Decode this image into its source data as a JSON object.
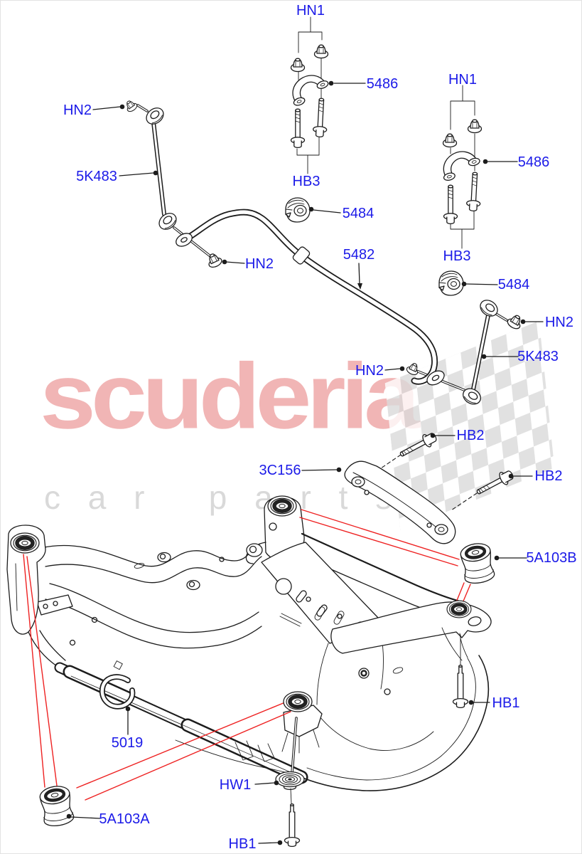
{
  "watermark": {
    "brand": "scuderia",
    "tagline": "c a r   p a r t s"
  },
  "colors": {
    "label_blue": "#1b1ae8",
    "highlight_red": "#ee2222",
    "watermark_pink": "#f1b5b5",
    "checker_gray": "#dadada",
    "line_black": "#1c1c1c"
  },
  "diagram": {
    "part_refs": [
      "HN1",
      "HN2",
      "5K483",
      "5486",
      "HB3",
      "5484",
      "5482",
      "3C156",
      "HB2",
      "5A103B",
      "5A103A",
      "HB1",
      "HW1",
      "5019"
    ]
  },
  "labels": {
    "hn1_a": "HN1",
    "n5486_a": "5486",
    "hb3_a": "HB3",
    "hn1_b": "HN1",
    "n5486_b": "5486",
    "hb3_b": "HB3",
    "hn2_a": "HN2",
    "k5483_a": "5K483",
    "n5484_a": "5484",
    "n5482": "5482",
    "hn2_b": "HN2",
    "n5484_b": "5484",
    "hn2_c": "HN2",
    "k5483_b": "5K483",
    "hn2_d": "HN2",
    "hb2_a": "HB2",
    "n3c156": "3C156",
    "hb2_b": "HB2",
    "n5a103b": "5A103B",
    "hb1_a": "HB1",
    "n5019": "5019",
    "hw1": "HW1",
    "n5a103a": "5A103A",
    "hb1_b": "HB1"
  }
}
